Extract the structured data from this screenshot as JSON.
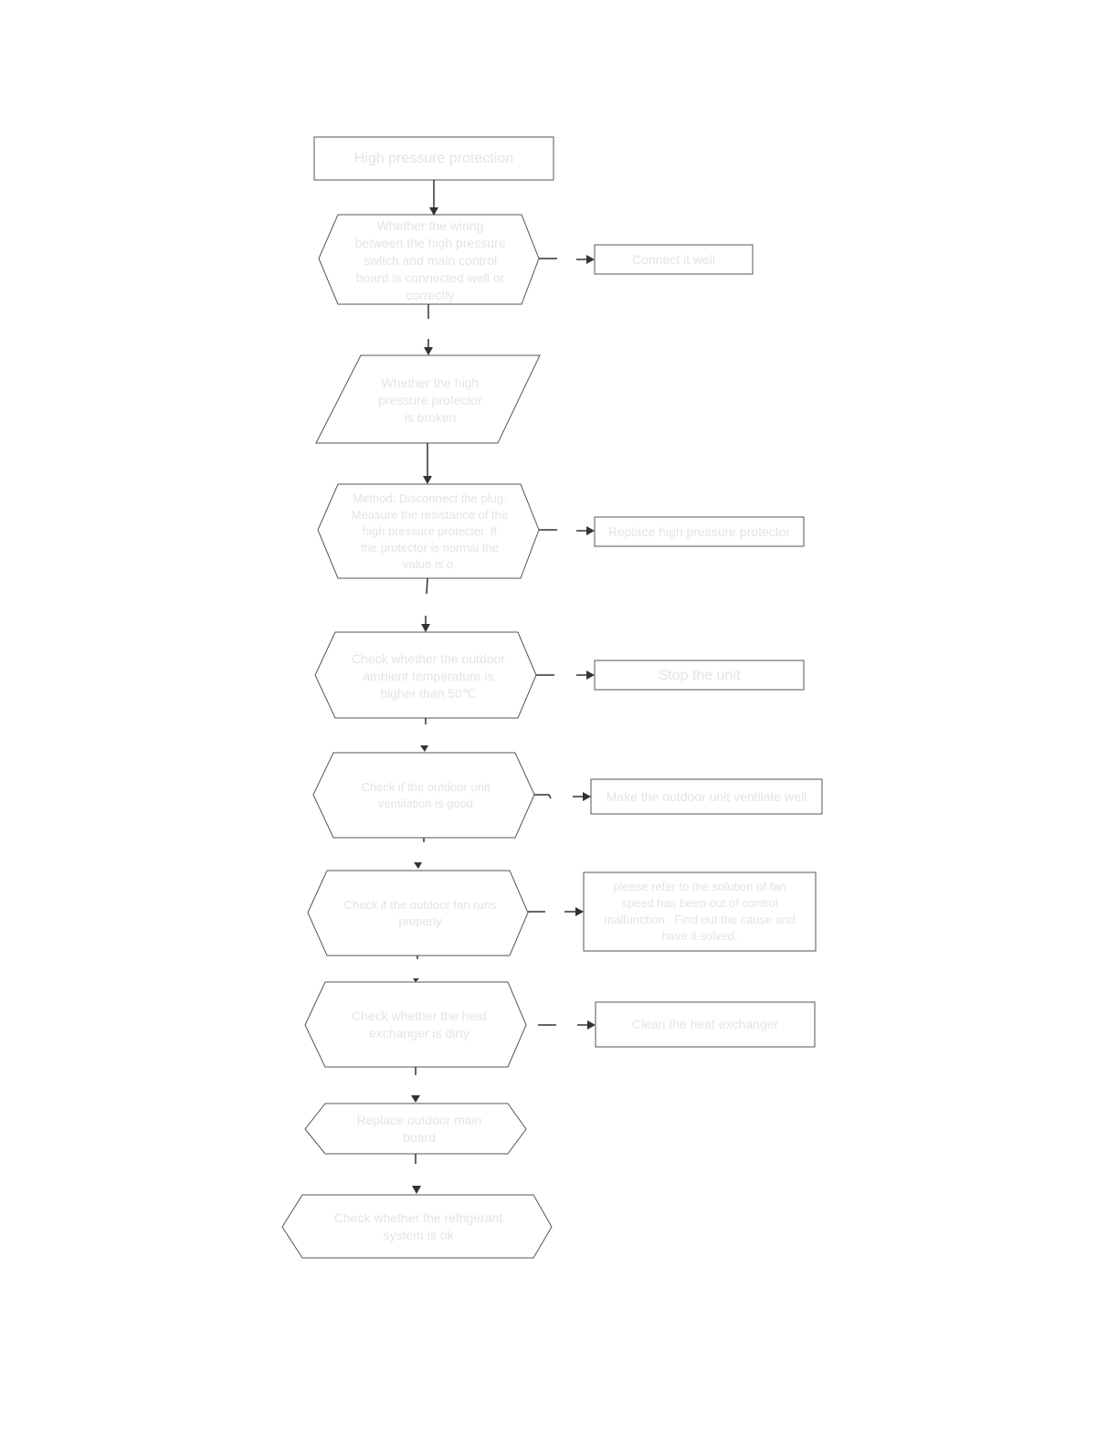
{
  "flowchart": {
    "start": "High pressure protection",
    "steps": [
      "Whether the wiring\nbetween the high pressure\nswitch and main control\nboard is connected well or\ncorrectly",
      "Whether the high\npressure protector\nis broken",
      "Method: Disconnect the plug.\nMeasure the resistance of the\nhigh pressure protecter. If\nthe protector is normal the\nvalue is o.",
      "Check whether the outdoor\nambient temperature is\nhigher than 50℃",
      "Check if the outdoor unit\nventilation is good",
      "Check if the outdoor fan runs\nproperly",
      "Check whether the heat\nexchanger is dirty",
      "Replace outdoor main\nboard",
      "Check whether the refrigerant\nsystem is ok"
    ],
    "actions": {
      "connect": "Connect it well",
      "replace_protector": "Replace high pressure protector",
      "stop_unit": "Stop the unit",
      "ventilate": "Make the outdoor unit ventilate well",
      "fan_solution": "please refer to the solution of fan\nspeed has been out of control\nmalfunction . Find out the cause and\nhave it solved.",
      "clean_exchanger": "Clean the heat exchanger"
    }
  }
}
